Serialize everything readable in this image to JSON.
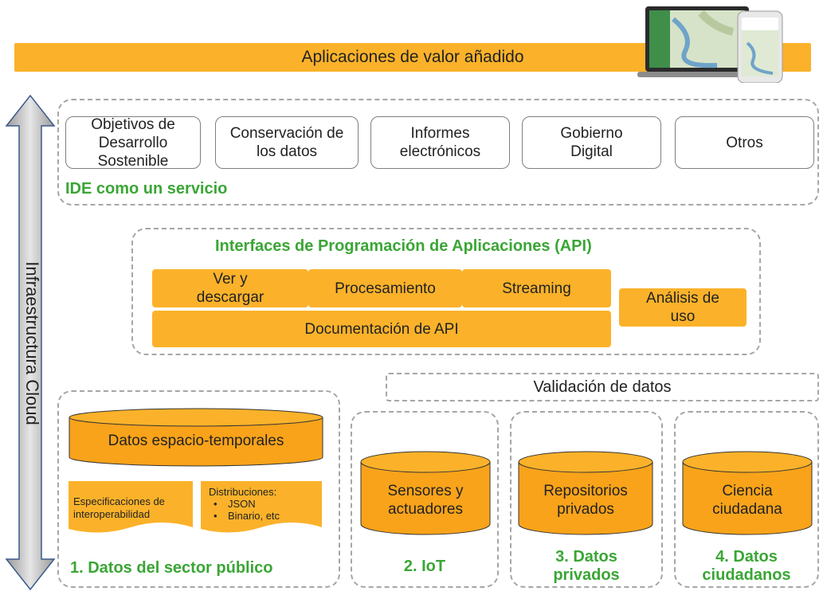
{
  "top_bar": {
    "label": "Aplicaciones de valor añadido"
  },
  "side_arrow": {
    "label": "Infraestructura Cloud"
  },
  "service_section": {
    "title": "IDE como un servicio",
    "boxes": [
      "Objetivos de Desarrollo Sostenible",
      "Conservación de los datos",
      "Informes electrónicos",
      "Gobierno Digital",
      "Otros"
    ]
  },
  "api_section": {
    "title": "Interfaces de Programación de Aplicaciones (API)",
    "view_download": "Ver y descargar",
    "processing": "Procesamiento",
    "streaming": "Streaming",
    "usage_analysis": "Análisis de uso",
    "documentation": "Documentación de API"
  },
  "validation": {
    "label": "Validación de datos"
  },
  "public_sector": {
    "cylinder": "Datos espacio-temporales",
    "spec_doc": "Especificaciones de interoperabilidad",
    "distributions_title": "Distribuciones:",
    "distributions_items": [
      "JSON",
      "Binario, etc"
    ],
    "caption": "1. Datos del sector público"
  },
  "iot": {
    "cylinder": "Sensores y actuadores",
    "caption": "2. IoT"
  },
  "private_data": {
    "cylinder": "Repositorios privados",
    "caption": "3. Datos privados"
  },
  "citizen_data": {
    "cylinder": "Ciencia ciudadana",
    "caption": "4. Datos ciudadanos"
  },
  "colors": {
    "orange": "#fbb22a",
    "cylinder_orange": "#f9a31a",
    "green": "#3aa635",
    "arrow_gray": "#c9c9c9",
    "arrow_outline": "#3c5a8c",
    "dash_gray": "#a6a6a6"
  }
}
